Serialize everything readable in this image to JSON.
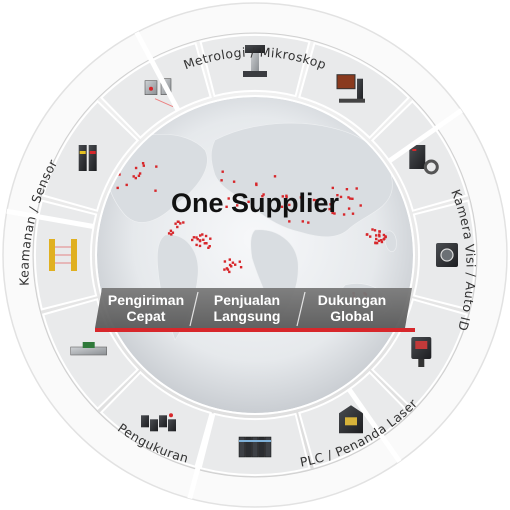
{
  "headline": "One Supplier",
  "categories": [
    {
      "label": "Metrologi / Mikroskop"
    },
    {
      "label": "Kamera Visi / Auto ID"
    },
    {
      "label": "PLC / Penanda Laser"
    },
    {
      "label": "Pengukuran"
    },
    {
      "label": "Keamanan / Sensor"
    }
  ],
  "features": [
    {
      "line1": "Pengiriman",
      "line2": "Cepat"
    },
    {
      "line1": "Penjualan",
      "line2": "Langsung"
    },
    {
      "line1": "Dukungan",
      "line2": "Global"
    }
  ],
  "colors": {
    "accent_red": "#d7272b",
    "banner_gray": "#6a6a6a",
    "ring_gray": "#e7e7e7",
    "label_band": "#fafafa",
    "globe_center": "#f2f4f6",
    "globe_edge": "#c9cdd2"
  },
  "products": [
    {
      "icon": "measuring-microscope-icon"
    },
    {
      "icon": "digital-microscope-icon"
    },
    {
      "icon": "vision-controller-icon"
    },
    {
      "icon": "vision-camera-icon"
    },
    {
      "icon": "code-reader-icon"
    },
    {
      "icon": "laser-marker-icon"
    },
    {
      "icon": "plc-module-icon"
    },
    {
      "icon": "measurement-sensor-heads-icon"
    },
    {
      "icon": "linear-measurement-icon"
    },
    {
      "icon": "light-curtain-icon"
    },
    {
      "icon": "fiber-amplifier-icon"
    },
    {
      "icon": "photoelectric-sensor-icon"
    }
  ]
}
